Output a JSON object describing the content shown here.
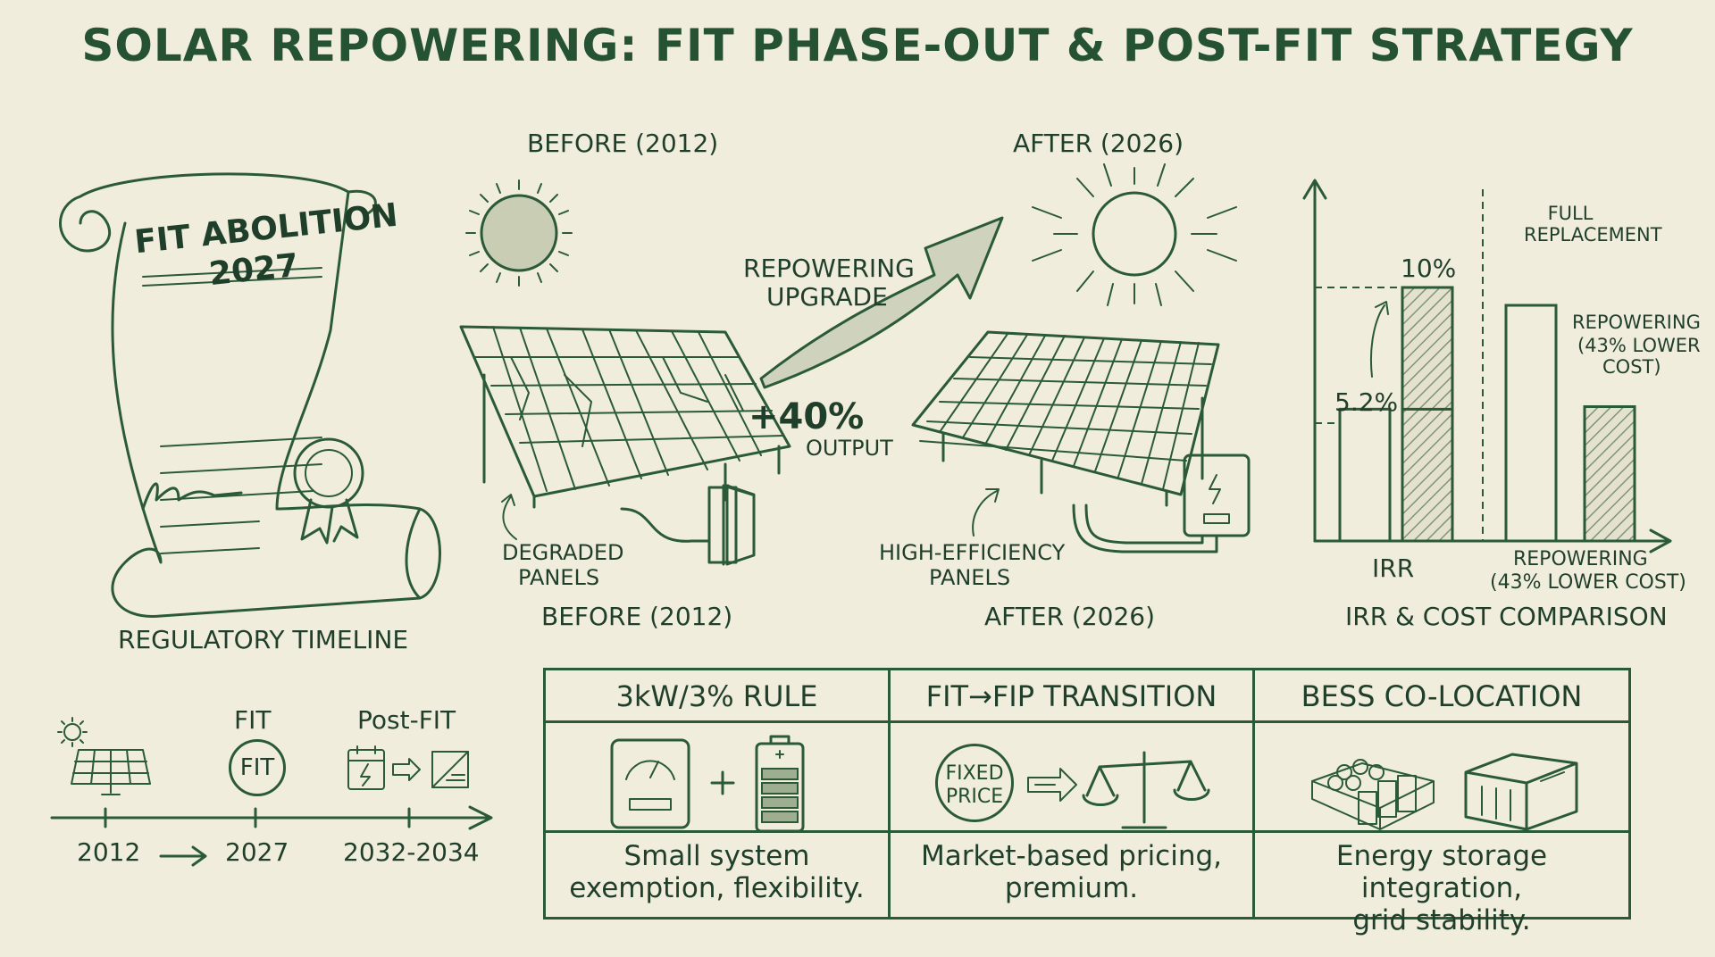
{
  "title": "SOLAR REPOWERING: FIT PHASE-OUT & POST-FIT STRATEGY",
  "scroll": {
    "heading_line1": "FIT ABOLITION",
    "heading_line2": "2027",
    "caption": "REGULATORY TIMELINE"
  },
  "timeline": {
    "icon_label_fit": "FIT",
    "icon_label_postfit": "Post-FIT",
    "badge_text": "FIT",
    "year_start": "2012",
    "year_mid": "2027",
    "year_end": "2032-2034"
  },
  "before_after": {
    "before_top": "BEFORE (2012)",
    "after_top": "AFTER (2026)",
    "arrow_label_line1": "REPOWERING",
    "arrow_label_line2": "UPGRADE",
    "gain_value": "+40%",
    "gain_label": "OUTPUT",
    "degraded_line1": "DEGRADED",
    "degraded_line2": "PANELS",
    "efficient_line1": "HIGH-EFFICIENCY",
    "efficient_line2": "PANELS",
    "before_bottom": "BEFORE (2012)",
    "after_bottom": "AFTER (2026)"
  },
  "comparison": {
    "irr_low_label": "5.2%",
    "irr_high_label": "10%",
    "irr_axis_label": "IRR",
    "full_line1": "FULL",
    "full_line2": "REPLACEMENT",
    "repower_line1": "REPOWERING",
    "repower_line2": "(43% LOWER",
    "repower_line3": "COST)",
    "bottom_line1": "REPOWERING",
    "bottom_line2": "(43% LOWER COST)",
    "caption": "IRR & COST COMPARISON"
  },
  "chart_data": {
    "type": "bar",
    "title": "IRR & COST COMPARISON",
    "series": [
      {
        "name": "IRR",
        "categories": [
          "5.2%",
          "10%"
        ],
        "values": [
          5.2,
          10
        ]
      },
      {
        "name": "Cost",
        "categories": [
          "FULL REPLACEMENT",
          "REPOWERING (43% LOWER COST)"
        ],
        "values": [
          100,
          57
        ]
      }
    ]
  },
  "table": {
    "col1_head": "3kW/3% RULE",
    "col1_body_line1": "Small system",
    "col1_body_line2": "exemption, flexibility.",
    "col2_head": "FIT→FIP TRANSITION",
    "col2_icon_line1": "FIXED",
    "col2_icon_line2": "PRICE",
    "col2_body_line1": "Market-based pricing,",
    "col2_body_line2": "premium.",
    "col3_head": "BESS CO-LOCATION",
    "col3_body_line1": "Energy storage integration,",
    "col3_body_line2": "grid stability."
  },
  "colors": {
    "background": "#f1eddd",
    "ink": "#2a5a38",
    "hatch": "#9fae90"
  }
}
